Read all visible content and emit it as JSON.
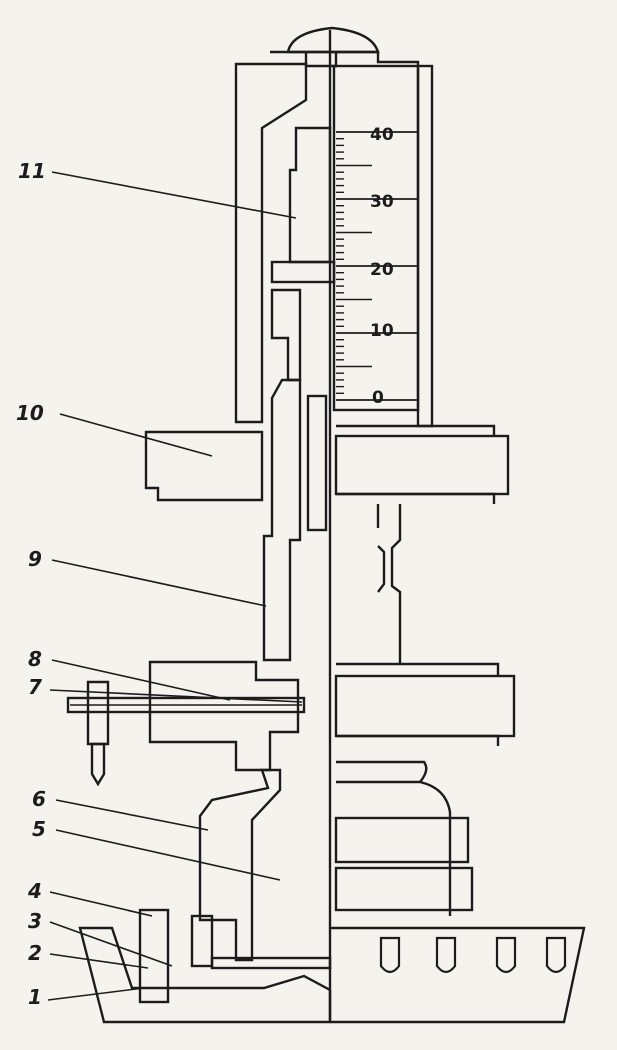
{
  "scale": {
    "labels": [
      "40",
      "30",
      "20",
      "10",
      "0"
    ]
  },
  "callouts": [
    "11",
    "10",
    "9",
    "8",
    "7",
    "6",
    "5",
    "4",
    "3",
    "2",
    "1"
  ]
}
